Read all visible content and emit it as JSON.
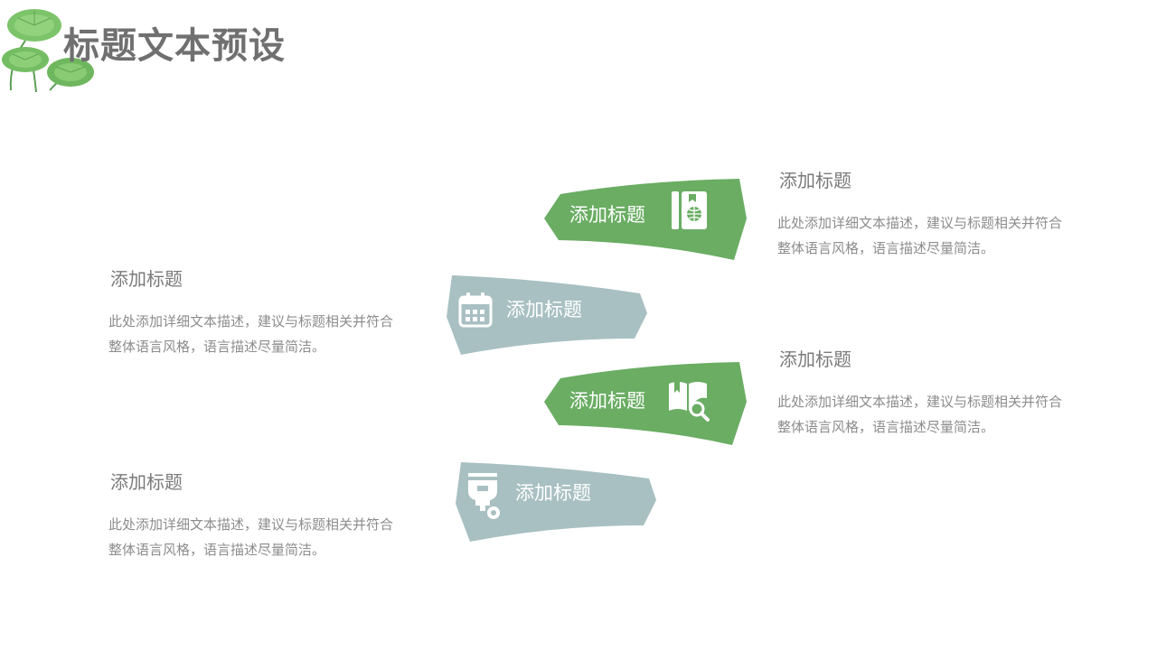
{
  "page": {
    "title": "标题文本预设",
    "colors": {
      "green": "#6aad63",
      "gray_blue": "#a9c0c2",
      "title": "#707070",
      "text": "#8c8c8c"
    }
  },
  "shapes": [
    {
      "label": "添加标题",
      "icon": "passport-globe-icon",
      "color": "green"
    },
    {
      "label": "添加标题",
      "icon": "calendar-icon",
      "color": "gray_blue"
    },
    {
      "label": "添加标题",
      "icon": "book-search-icon",
      "color": "green"
    },
    {
      "label": "添加标题",
      "icon": "usb-key-icon",
      "color": "gray_blue"
    }
  ],
  "texts": [
    {
      "title": "添加标题",
      "body": "此处添加详细文本描述，建议与标题相关并符合整体语言风格，语言描述尽量简洁。"
    },
    {
      "title": "添加标题",
      "body": "此处添加详细文本描述，建议与标题相关并符合整体语言风格，语言描述尽量简洁。"
    },
    {
      "title": "添加标题",
      "body": "此处添加详细文本描述，建议与标题相关并符合整体语言风格，语言描述尽量简洁。"
    },
    {
      "title": "添加标题",
      "body": "此处添加详细文本描述，建议与标题相关并符合整体语言风格，语言描述尽量简洁。"
    }
  ]
}
